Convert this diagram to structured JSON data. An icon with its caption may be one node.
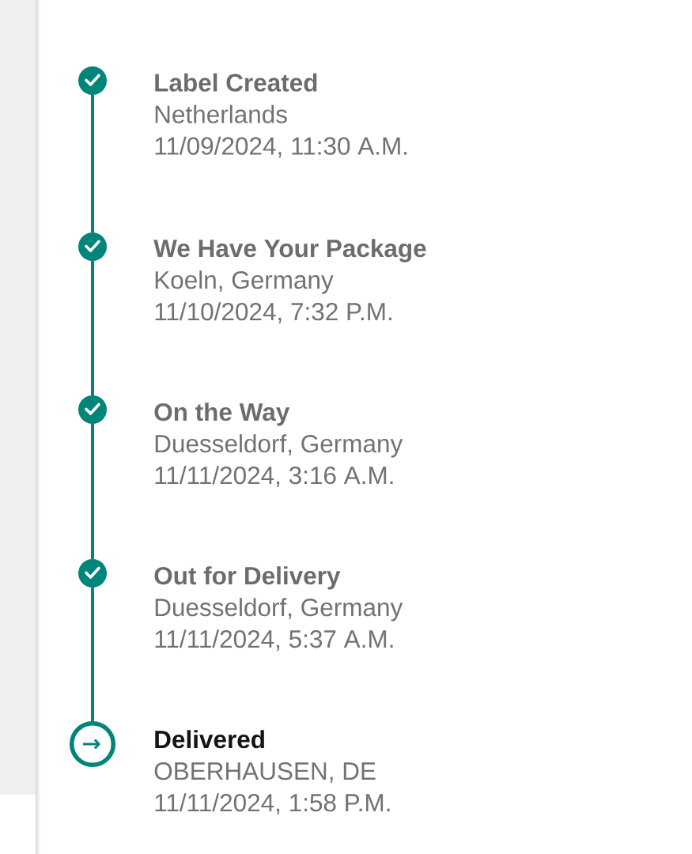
{
  "diagram": {
    "nodes": [
      {
        "text": [],
        "shape": "circle",
        "beside": [
          "Label Created",
          "Netherlands",
          "11/09/2024, 11:30 A.M."
        ]
      },
      {
        "text": [],
        "shape": "circle",
        "beside": [
          "We Have Your Package",
          "Koeln, Germany",
          "11/10/2024, 7:32 P.M."
        ]
      },
      {
        "text": [],
        "shape": "circle",
        "beside": [
          "On the Way",
          "Duesseldorf, Germany",
          "11/11/2024, 3:16 A.M."
        ]
      },
      {
        "text": [],
        "shape": "circle",
        "beside": [
          "Out for Delivery",
          "Duesseldorf, Germany",
          "11/11/2024, 5:37 A.M."
        ]
      },
      {
        "text": [],
        "shape": "circle",
        "beside": [
          "Delivered",
          "OBERHAUSEN, DE",
          "11/11/2024, 1:58 P.M."
        ]
      }
    ],
    "edges": [
      {
        "from": 0,
        "to": 1,
        "arrow": "none"
      },
      {
        "from": 1,
        "to": 2,
        "arrow": "none"
      },
      {
        "from": 2,
        "to": 3,
        "arrow": "none"
      },
      {
        "from": 3,
        "to": 4,
        "arrow": "none"
      }
    ]
  }
}
